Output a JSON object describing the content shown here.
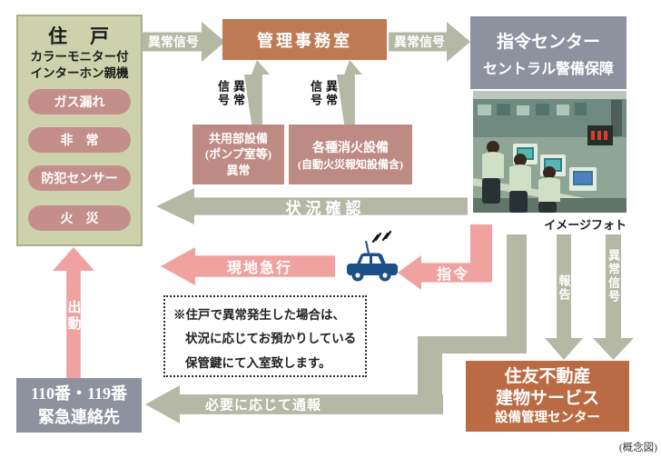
{
  "unit": {
    "title": "住　戸",
    "subtitle1": "カラーモニター付",
    "subtitle2": "インターホン親機",
    "pills": [
      "ガス漏れ",
      "非　常",
      "防犯センサー",
      "火　災"
    ]
  },
  "kanri": {
    "label": "管理事務室"
  },
  "command_center": {
    "line1": "指令センター",
    "line2": "セントラル警備保障",
    "photo_caption": "イメージフォト"
  },
  "kyoyo": {
    "line1": "共用部設備",
    "line2": "(ポンプ室等)",
    "line3": "異常"
  },
  "shoka": {
    "line1": "各種消火設備",
    "line2": "(自動火災報知設備含)"
  },
  "arrows": {
    "signal1": "異常信号",
    "signal2": "異常信号",
    "up_label1": "異常\n信号",
    "up_label2": "異常\n信号",
    "status": "状況確認",
    "rush": "現地急行",
    "command": "指令",
    "dispatch": "出動",
    "report": "報告",
    "abnormal": "異常信号",
    "notify": "必要に応じて通報"
  },
  "note": {
    "line1": "※住戸で異常発生した場合は、",
    "line2": "状況に応じてお預かりしている",
    "line3": "保管鍵にて入室致します。"
  },
  "emergency": {
    "line1": "110番・119番",
    "line2": "緊急連絡先"
  },
  "sumitomo": {
    "line1": "住友不動産",
    "line2": "建物サービス",
    "line3": "設備管理センター"
  },
  "footer": {
    "caption": "(概念図)"
  },
  "colors": {
    "green_box": "#cdd2ac",
    "pill_rose": "#c48f8a",
    "terracotta": "#bd7a54",
    "rose_box": "#bd8b84",
    "gray_box": "#8e929f",
    "arrow_gray": "#b5b8a4",
    "arrow_pink": "#f0a2a0",
    "brown_box": "#bb6b43",
    "car_navy": "#1c4e88"
  }
}
